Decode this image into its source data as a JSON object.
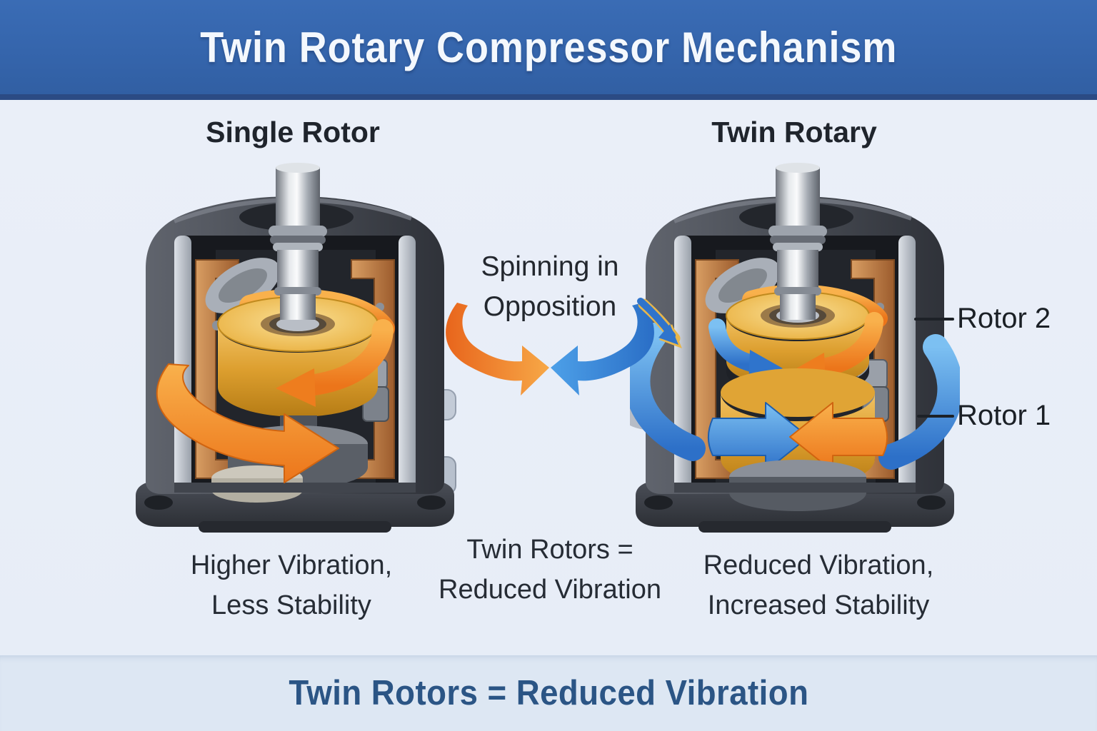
{
  "header": {
    "title": "Twin Rotary Compressor Mechanism"
  },
  "diagram": {
    "left": {
      "label": "Single Rotor",
      "caption": [
        "Higher Vibration,",
        "Less Stability"
      ]
    },
    "center": {
      "annotation": [
        "Spinning in",
        "Opposition"
      ],
      "caption": [
        "Twin Rotors =",
        "Reduced Vibration"
      ]
    },
    "right": {
      "label": "Twin Rotary",
      "caption": [
        "Reduced Vibration,",
        "Increased Stability"
      ],
      "callouts": [
        "Rotor 2",
        "Rotor 1"
      ]
    }
  },
  "footer": {
    "banner": "Twin Rotors = Reduced Vibration"
  },
  "illustration": {
    "single": {
      "icon": "compressor-cutaway-single-rotor",
      "rotation_arrows": [
        "orange-rotation-arrow"
      ]
    },
    "twin": {
      "icon": "compressor-cutaway-twin-rotor",
      "rotation_arrows": [
        "orange-rotation-arrow",
        "blue-rotation-arrow",
        "blue-rotation-band"
      ]
    },
    "center_arrows": [
      "orange-counter-rotation-arrow",
      "blue-counter-rotation-arrow",
      "blue-pointer-arrow"
    ]
  },
  "colors": {
    "header_bg": "#3565ac",
    "body_bg": "#e9eef8",
    "footer_bg": "#dde7f3",
    "footer_text": "#2b5585",
    "heading_text": "#1f242c",
    "caption_text": "#262c35",
    "arrow_orange": "#ee7d1e",
    "arrow_blue": "#2f74cc",
    "rotor_gold": "#dc9e2e",
    "copper_winding": "#b5754a",
    "casing_gray": "#474b53"
  }
}
